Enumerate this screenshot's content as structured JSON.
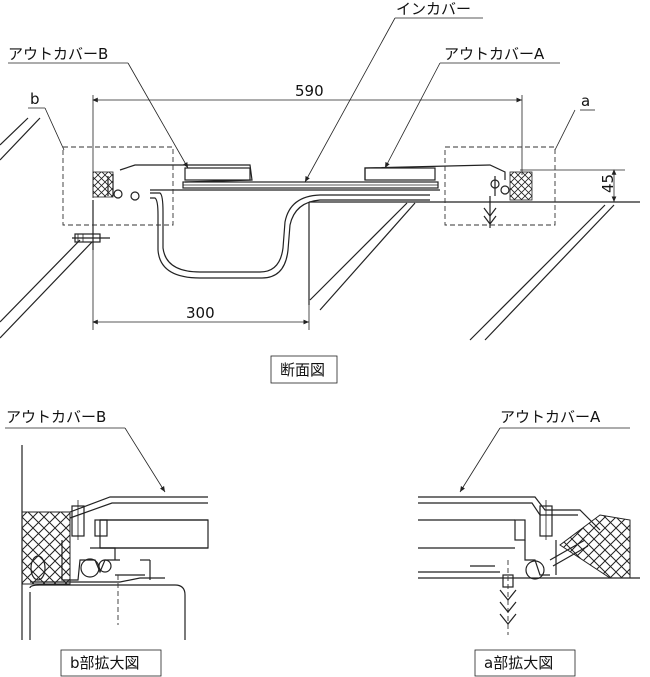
{
  "labels": {
    "in_cover": "インカバー",
    "out_cover_b": "アウトカバーB",
    "out_cover_a": "アウトカバーA",
    "detail_b_mark": "b",
    "detail_a_mark": "a",
    "dim_width": "590",
    "dim_height": "45",
    "dim_depth": "300",
    "section_caption": "断面図",
    "b_out_cover": "アウトカバーB",
    "a_out_cover": "アウトカバーA",
    "b_detail_caption": "b部拡大図",
    "a_detail_caption": "a部拡大図"
  }
}
